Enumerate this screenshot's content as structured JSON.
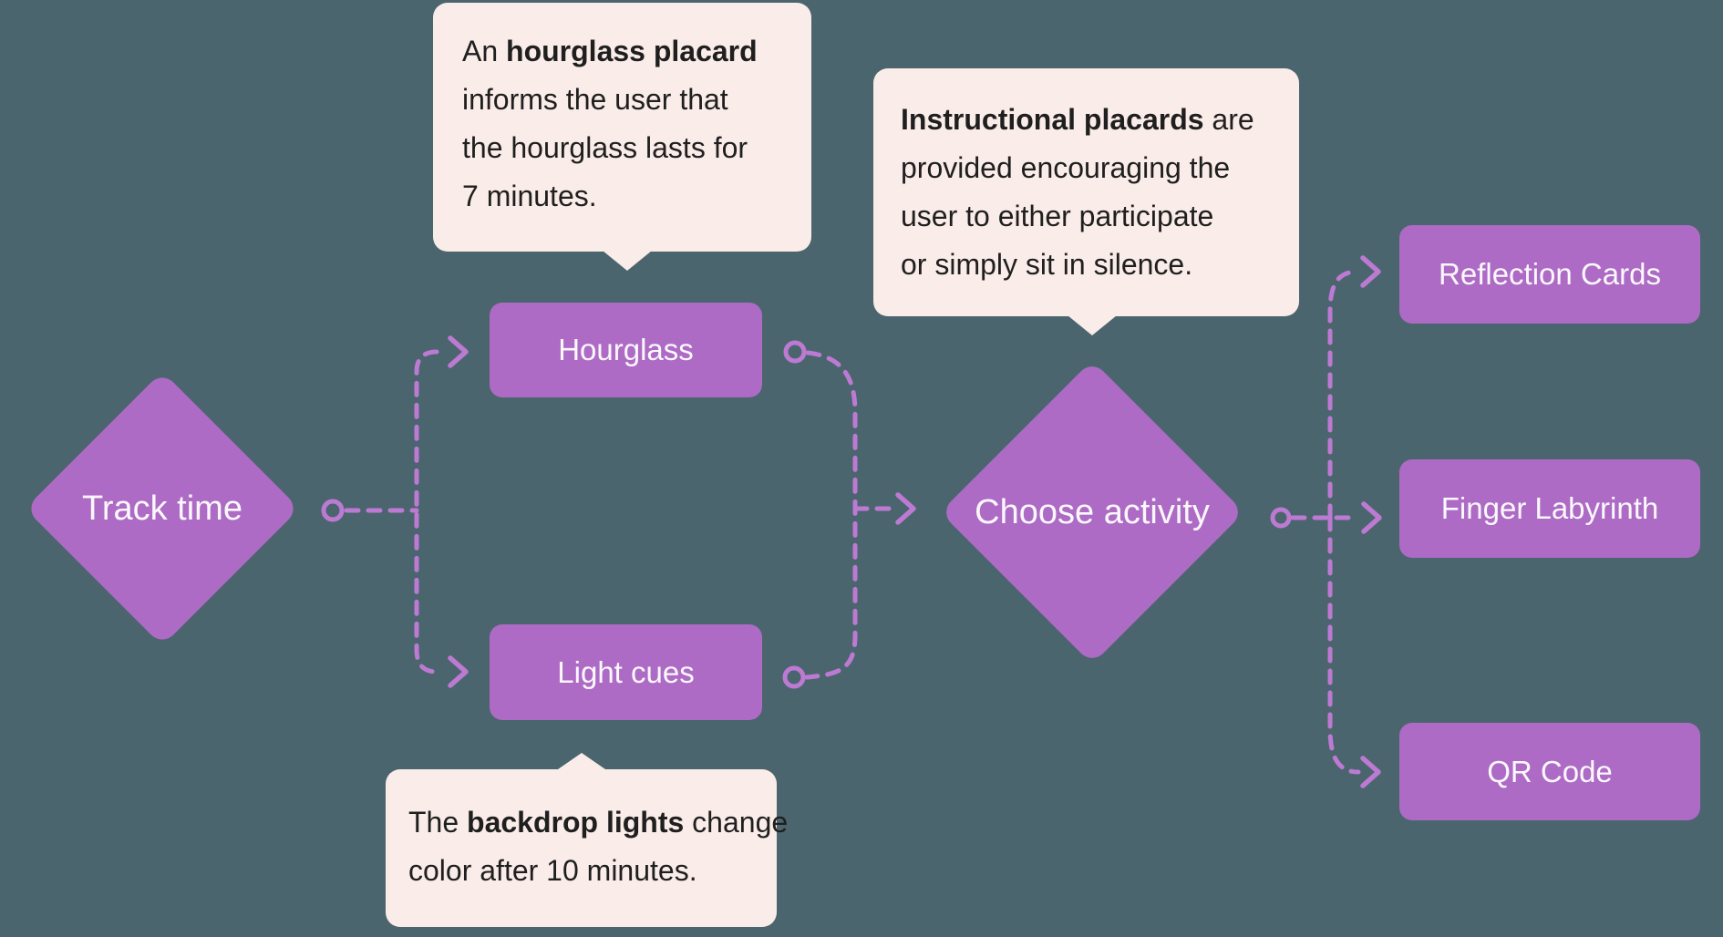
{
  "diagram": {
    "nodes": {
      "track_time": {
        "label": "Track time",
        "shape": "diamond"
      },
      "hourglass": {
        "label": "Hourglass",
        "shape": "rect"
      },
      "light_cues": {
        "label": "Light cues",
        "shape": "rect"
      },
      "choose_activity": {
        "label": "Choose activity",
        "shape": "diamond"
      },
      "reflection_cards": {
        "label": "Reflection Cards",
        "shape": "rect"
      },
      "finger_labyrinth": {
        "label": "Finger Labyrinth",
        "shape": "rect"
      },
      "qr_code": {
        "label": "QR Code",
        "shape": "rect"
      }
    },
    "edges": [
      {
        "from": "track_time",
        "to": "hourglass"
      },
      {
        "from": "track_time",
        "to": "light_cues"
      },
      {
        "from": "hourglass",
        "to": "choose_activity"
      },
      {
        "from": "light_cues",
        "to": "choose_activity"
      },
      {
        "from": "choose_activity",
        "to": "reflection_cards"
      },
      {
        "from": "choose_activity",
        "to": "finger_labyrinth"
      },
      {
        "from": "choose_activity",
        "to": "qr_code"
      }
    ],
    "tooltips": {
      "hourglass_placard": {
        "anchors_to": "hourglass",
        "line1_normal": "An ",
        "line1_bold": "hourglass placard",
        "line2": "informs the user that",
        "line3": "the hourglass lasts for",
        "line4": "7 minutes."
      },
      "instructional_placards": {
        "anchors_to": "choose_activity",
        "line1_bold": "Instructional placards",
        "line1_normal": " are",
        "line2": "provided encouraging the",
        "line3": "user to either participate",
        "line4": "or simply sit in silence."
      },
      "backdrop_lights": {
        "anchors_to": "light_cues",
        "line1_normal_a": "The ",
        "line1_bold": "backdrop lights",
        "line1_normal_b": " change",
        "line2": "color after 10 minutes."
      }
    },
    "colors": {
      "background": "#4B656E",
      "node_fill": "#AD6BC5",
      "connector": "#BC7AD3",
      "tooltip_bg": "#FAECE8",
      "tooltip_text": "#1F1F1F",
      "node_text": "#FBF8FC"
    }
  }
}
